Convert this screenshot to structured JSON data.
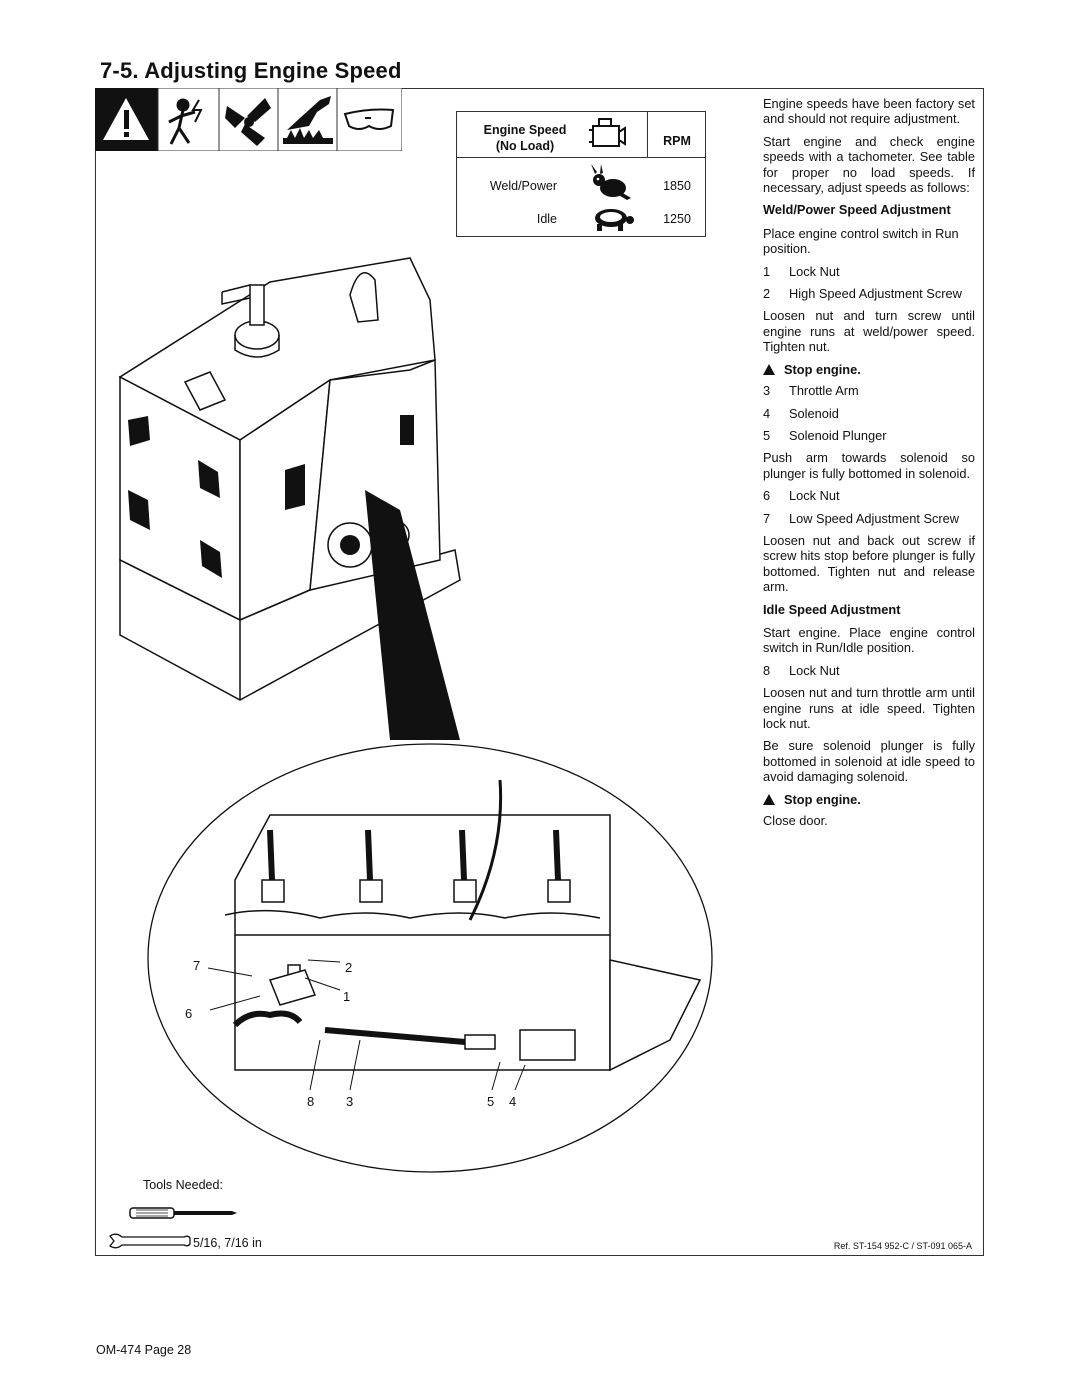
{
  "title": "7-5.   Adjusting Engine Speed",
  "speed_table": {
    "header_col1_line1": "Engine Speed",
    "header_col1_line2": "(No Load)",
    "header_col2": "RPM",
    "rows": [
      {
        "mode": "Weld/Power",
        "rpm": "1850",
        "icon": "rabbit-icon"
      },
      {
        "mode": "Idle",
        "rpm": "1250",
        "icon": "turtle-icon"
      }
    ],
    "header_icon": "engine-icon"
  },
  "hazard_icons": [
    "warning-icon",
    "electric-shock-icon",
    "moving-parts-icon",
    "hot-parts-icon",
    "safety-glasses-icon"
  ],
  "instructions": {
    "intro1": "Engine speeds have been factory set and should not require adjustment.",
    "intro2": "Start engine and check engine speeds with a tachometer. See table for proper no load speeds. If necessary, adjust speeds as follows:",
    "weld_heading": "Weld/Power Speed Adjustment",
    "weld_p1": "Place engine control switch in Run position.",
    "items_a": [
      {
        "n": "1",
        "text": "Lock Nut"
      },
      {
        "n": "2",
        "text": "High Speed Adjustment Screw"
      }
    ],
    "weld_p2": "Loosen nut and turn screw until engine runs at weld/power speed. Tighten nut.",
    "stop1": "Stop engine.",
    "items_b": [
      {
        "n": "3",
        "text": "Throttle Arm"
      },
      {
        "n": "4",
        "text": "Solenoid"
      },
      {
        "n": "5",
        "text": "Solenoid Plunger"
      }
    ],
    "weld_p3": "Push arm towards solenoid so plunger is fully bottomed in solenoid.",
    "items_c": [
      {
        "n": "6",
        "text": "Lock Nut"
      },
      {
        "n": "7",
        "text": "Low Speed Adjustment Screw"
      }
    ],
    "weld_p4": "Loosen nut and back out screw if screw hits stop before plunger is fully bottomed. Tighten nut and release arm.",
    "idle_heading": "Idle Speed Adjustment",
    "idle_p1": "Start engine. Place engine control switch in Run/Idle position.",
    "items_d": [
      {
        "n": "8",
        "text": "Lock Nut"
      }
    ],
    "idle_p2": "Loosen nut and turn throttle arm until engine runs at idle speed. Tighten lock nut.",
    "idle_p3": "Be sure solenoid plunger is fully bottomed in solenoid at idle speed to avoid damaging solenoid.",
    "stop2": "Stop engine.",
    "close": "Close door."
  },
  "callouts": [
    "7",
    "2",
    "1",
    "6",
    "8",
    "3",
    "5",
    "4"
  ],
  "tools": {
    "label": "Tools Needed:",
    "size": "5/16, 7/16 in"
  },
  "reference": "Ref. ST-154 952-C / ST-091 065-A",
  "footer": "OM-474 Page 28"
}
